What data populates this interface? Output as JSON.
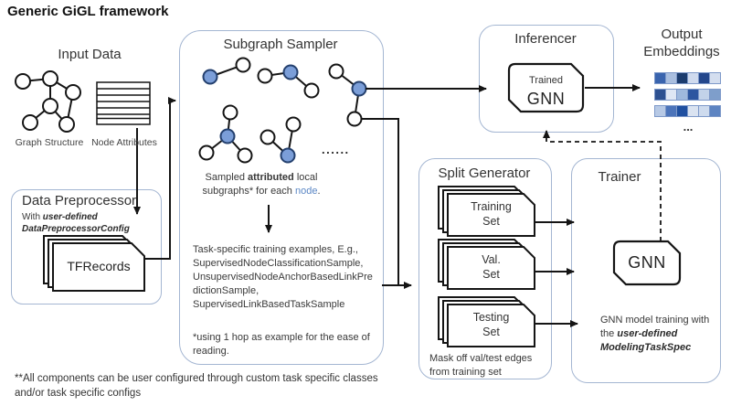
{
  "title": "Generic GiGL framework",
  "input_data": {
    "title": "Input Data",
    "graph_label": "Graph Structure",
    "attributes_label": "Node Attributes"
  },
  "preprocessor": {
    "title": "Data Preprocessor",
    "subtitle_prefix": "With ",
    "subtitle_bold1": "user-defined",
    "subtitle_bold2": "DataPreprocessorConfig",
    "artifact": "TFRecords"
  },
  "sampler": {
    "title": "Subgraph Sampler",
    "dots": "......",
    "caption_pre": "Sampled ",
    "caption_bold": "attributed",
    "caption_post": " local",
    "caption2_pre": "subgraphs* for each ",
    "caption2_node": "node",
    "caption2_end": ".",
    "examples": [
      "Task-specific training examples, E.g.,",
      "SupervisedNodeClassificationSample,",
      "UnsupervisedNodeAnchorBasedLinkPre",
      "dictionSample,",
      "SupervisedLinkBasedTaskSample"
    ],
    "footnote_line1": "*using 1 hop as example for the ease of",
    "footnote_line2": "reading."
  },
  "split_generator": {
    "title": "Split Generator",
    "sets": [
      {
        "line1": "Training",
        "line2": "Set"
      },
      {
        "line1": "Val.",
        "line2": "Set"
      },
      {
        "line1": "Testing",
        "line2": "Set"
      }
    ],
    "caption_line1": "Mask off val/test edges",
    "caption_line2": "from training set"
  },
  "inferencer": {
    "title": "Inferencer",
    "chip_line1": "Trained",
    "chip_line2": "GNN"
  },
  "trainer": {
    "title": "Trainer",
    "chip": "GNN",
    "caption_line1": "GNN model training with",
    "caption_line2_pre": "the ",
    "caption_bold1": "user-defined",
    "caption_bold2": "ModelingTaskSpec"
  },
  "output": {
    "title_line1": "Output",
    "title_line2": "Embeddings",
    "dots": "...",
    "rows": [
      [
        "#3a64ae",
        "#a9bedf",
        "#1c3c6e",
        "#cfdaee",
        "#24478c",
        "#d4deef"
      ],
      [
        "#2d5191",
        "#dfe7f4",
        "#9fb9dd",
        "#2d56a0",
        "#c2d2e9",
        "#7e9ecb"
      ],
      [
        "#b7c9e5",
        "#4c74ba",
        "#2050a0",
        "#dae3f1",
        "#cedbee",
        "#5d84c2"
      ]
    ]
  },
  "footnote": {
    "line1": "**All components can be user configured through custom task specific classes",
    "line2": "and/or task specific configs"
  },
  "colors": {
    "box_border": "#a4b6d2",
    "line": "#151515",
    "node_fill": "#7b9ed8",
    "node_stroke": "#24406e",
    "accent_text": "#5b87c5",
    "emb_border": "#7e99c9"
  }
}
